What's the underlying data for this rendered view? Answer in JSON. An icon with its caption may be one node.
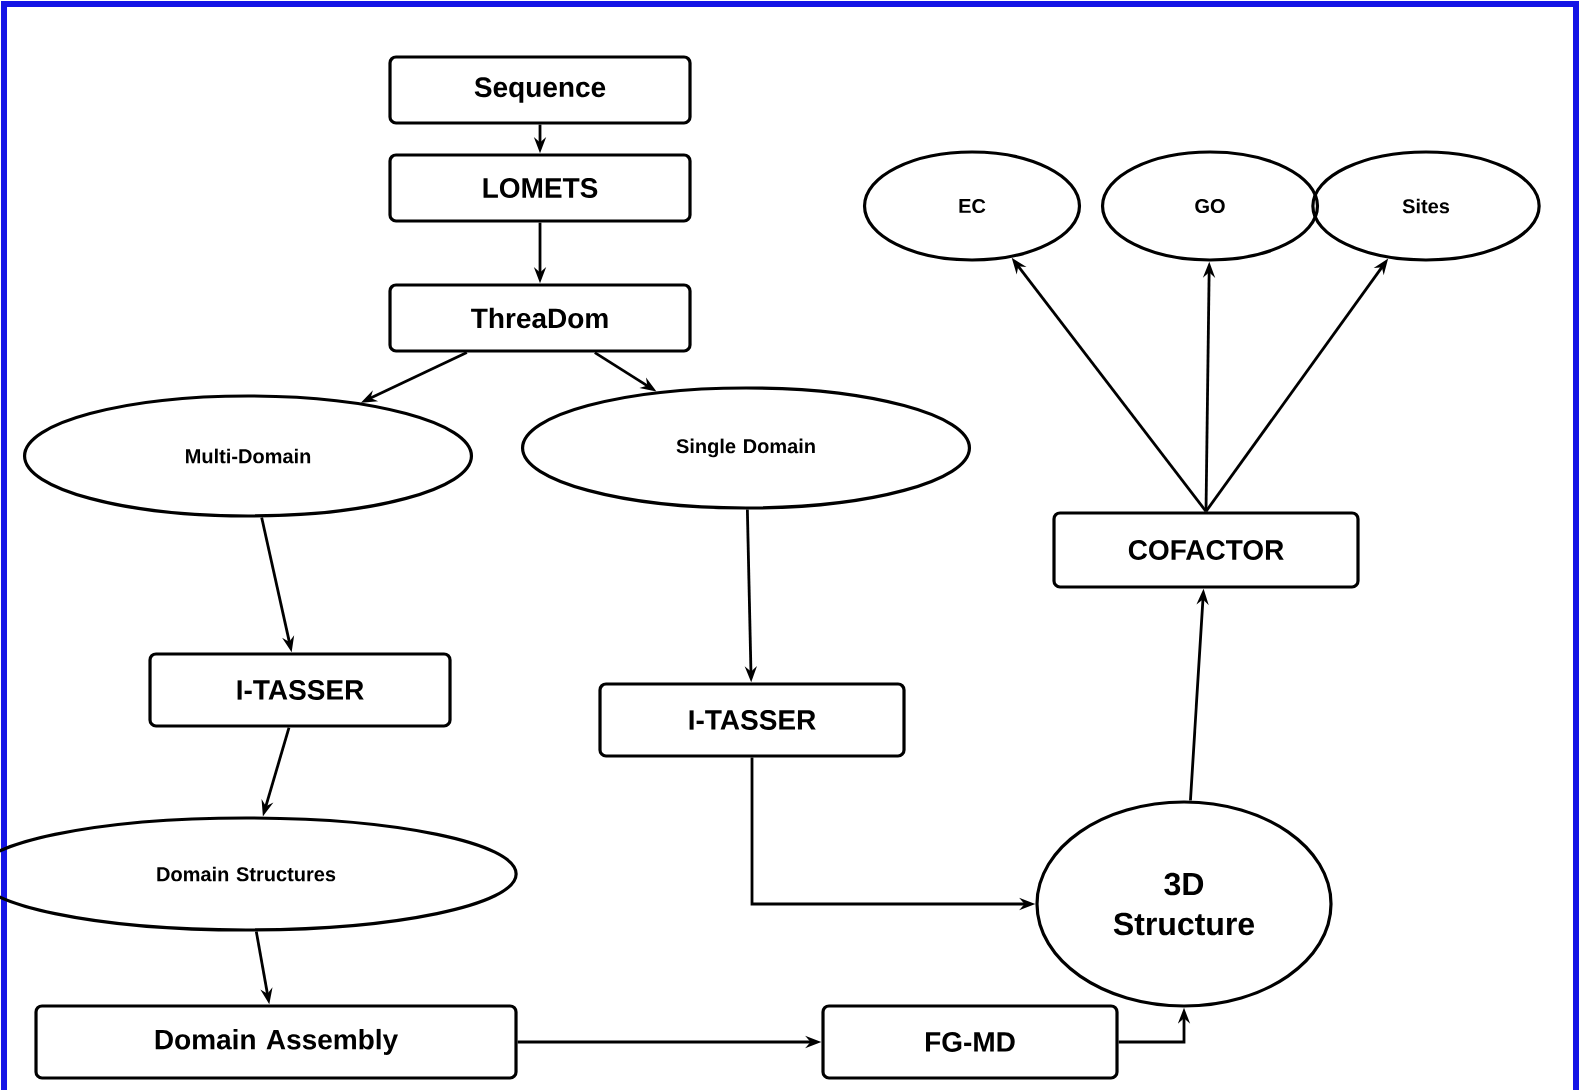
{
  "diagram": {
    "nodes": [
      {
        "text": [
          "Sequence"
        ]
      },
      {
        "text": [
          "LOMETS"
        ]
      },
      {
        "text": [
          "ThreaDom"
        ]
      },
      {
        "text": [
          "Multi-Domain"
        ]
      },
      {
        "text": [
          "Single Domain"
        ]
      },
      {
        "text": [
          "I-TASSER"
        ]
      },
      {
        "text": [
          "I-TASSER"
        ]
      },
      {
        "text": [
          "Domain Structures"
        ]
      },
      {
        "text": [
          "Domain Assembly"
        ]
      },
      {
        "text": [
          "FG-MD"
        ]
      },
      {
        "text": [
          "3D Structure"
        ]
      },
      {
        "text": [
          "COFACTOR"
        ]
      },
      {
        "text": [
          "EC"
        ]
      },
      {
        "text": [
          "GO"
        ]
      },
      {
        "text": [
          "Sites"
        ]
      }
    ],
    "edges": [
      {
        "from": 0,
        "to": 1,
        "arrow": "to"
      },
      {
        "from": 1,
        "to": 2,
        "arrow": "to"
      },
      {
        "from": 2,
        "to": 3,
        "arrow": "to"
      },
      {
        "from": 2,
        "to": 4,
        "arrow": "to"
      },
      {
        "from": 3,
        "to": 5,
        "arrow": "to"
      },
      {
        "from": 4,
        "to": 6,
        "arrow": "to"
      },
      {
        "from": 5,
        "to": 7,
        "arrow": "to"
      },
      {
        "from": 7,
        "to": 8,
        "arrow": "to"
      },
      {
        "from": 8,
        "to": 9,
        "arrow": "to"
      },
      {
        "from": 6,
        "to": 10,
        "arrow": "to"
      },
      {
        "from": 9,
        "to": 10,
        "arrow": "to"
      },
      {
        "from": 10,
        "to": 11,
        "arrow": "to"
      },
      {
        "from": 11,
        "to": 12,
        "arrow": "to"
      },
      {
        "from": 11,
        "to": 13,
        "arrow": "to"
      },
      {
        "from": 11,
        "to": 14,
        "arrow": "to"
      }
    ]
  }
}
